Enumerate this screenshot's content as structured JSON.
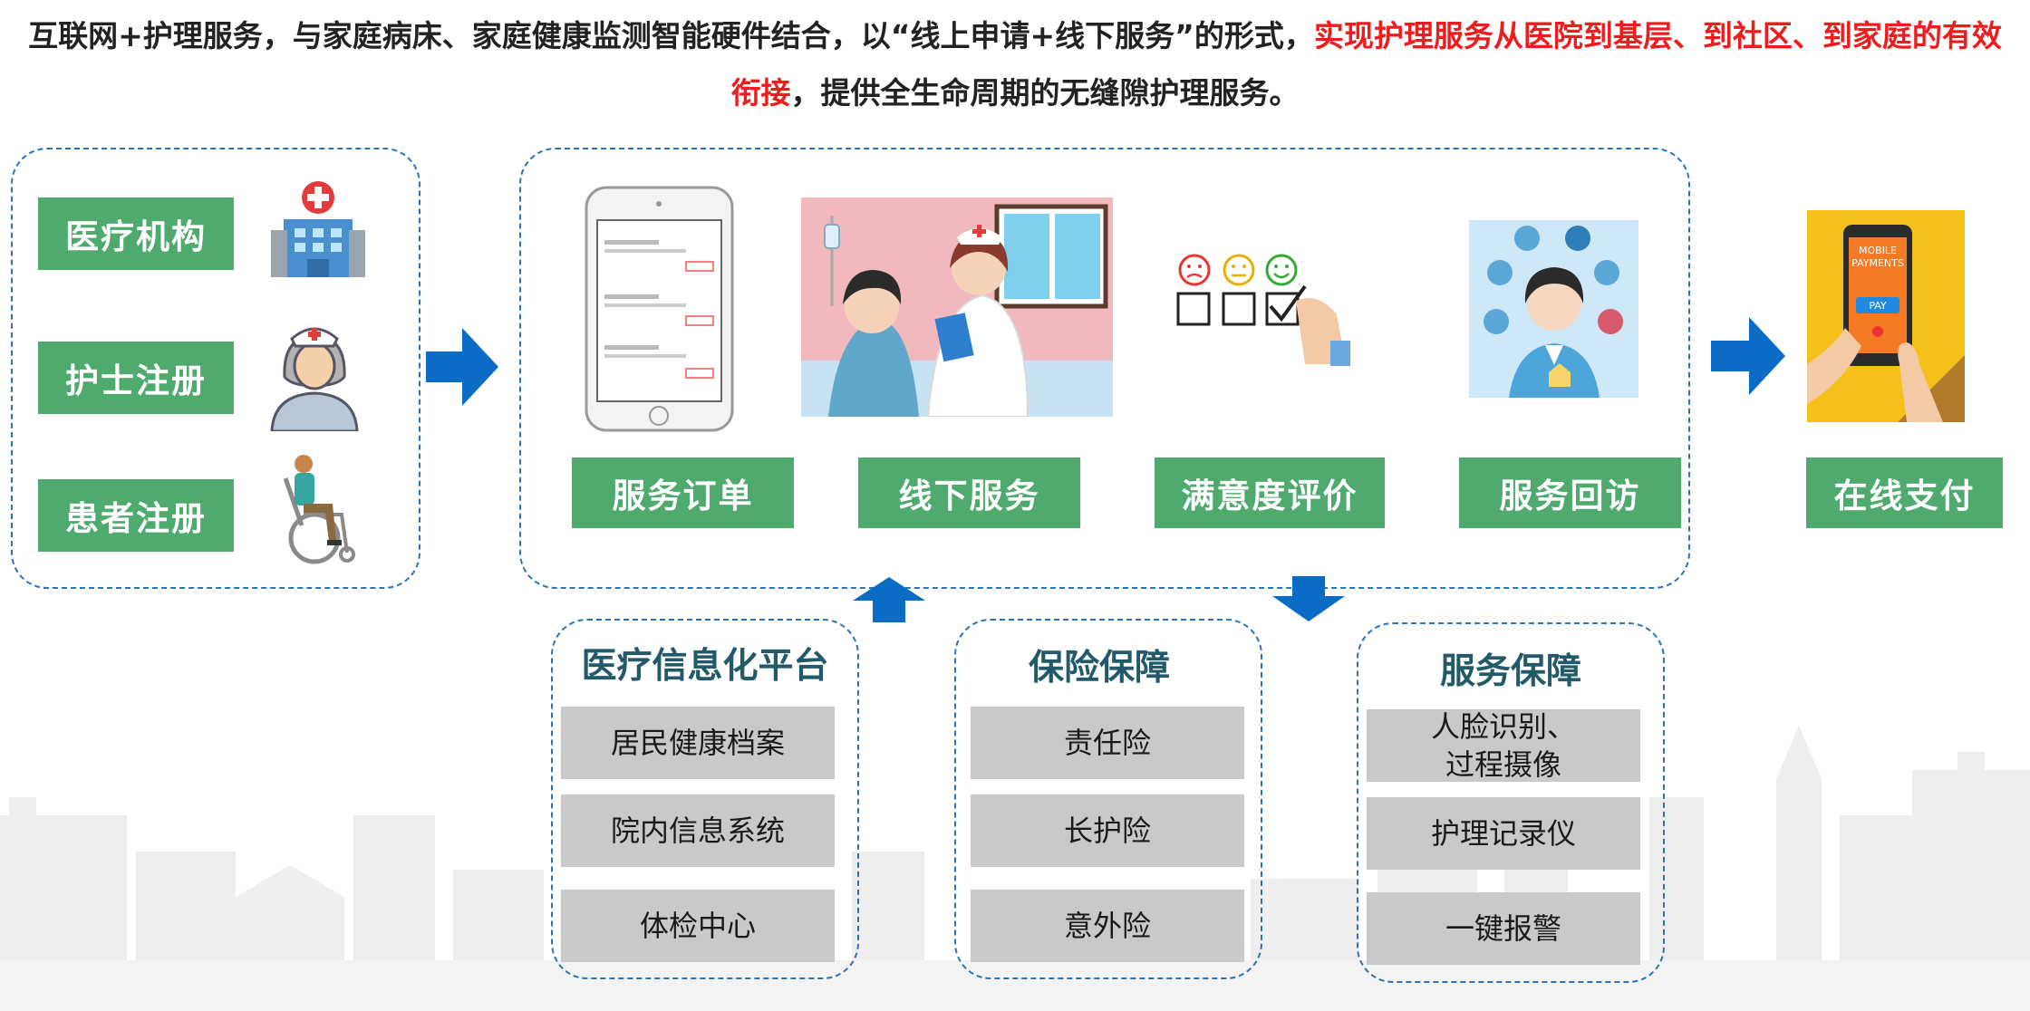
{
  "header": {
    "text_before": "互联网+护理服务，与家庭病床、家庭健康监测智能硬件结合，以“线上申请+线下服务”的形式，",
    "text_highlight": "实现护理服务从医院到基层、到社区、到家庭的有效衔接",
    "text_after": "，提供全生命周期的无缝隙护理服务。"
  },
  "left_group": {
    "items": [
      {
        "label": "医疗机构",
        "icon": "hospital-icon"
      },
      {
        "label": "护士注册",
        "icon": "nurse-icon"
      },
      {
        "label": "患者注册",
        "icon": "wheelchair-patient-icon"
      }
    ]
  },
  "flow": {
    "steps": [
      {
        "label": "服务订单",
        "icon": "smartphone-app-icon"
      },
      {
        "label": "线下服务",
        "icon": "nurse-caring-patient-illustration"
      },
      {
        "label": "满意度评价",
        "icon": "satisfaction-checklist-icon"
      },
      {
        "label": "服务回访",
        "icon": "customer-service-agent-icon"
      }
    ]
  },
  "payment": {
    "label": "在线支付",
    "icon": "mobile-payment-icon",
    "phone_text_1": "MOBILE",
    "phone_text_2": "PAYMENTS",
    "pay_text": "PAY"
  },
  "panels": [
    {
      "title": "医疗信息化平台",
      "items": [
        "居民健康档案",
        "院内信息系统",
        "体检中心"
      ]
    },
    {
      "title": "保险保障",
      "items": [
        "责任险",
        "长护险",
        "意外险"
      ]
    },
    {
      "title": "服务保障",
      "items": [
        "人脸识别、\n过程摄像",
        "护理记录仪",
        "一键报警"
      ]
    }
  ],
  "colors": {
    "green": "#4eaa6d",
    "blue": "#0a6cc4",
    "dash": "#2a73b8",
    "gray": "#c9c9c9",
    "red": "#ee1c1c",
    "panel_title": "#235a6a"
  }
}
